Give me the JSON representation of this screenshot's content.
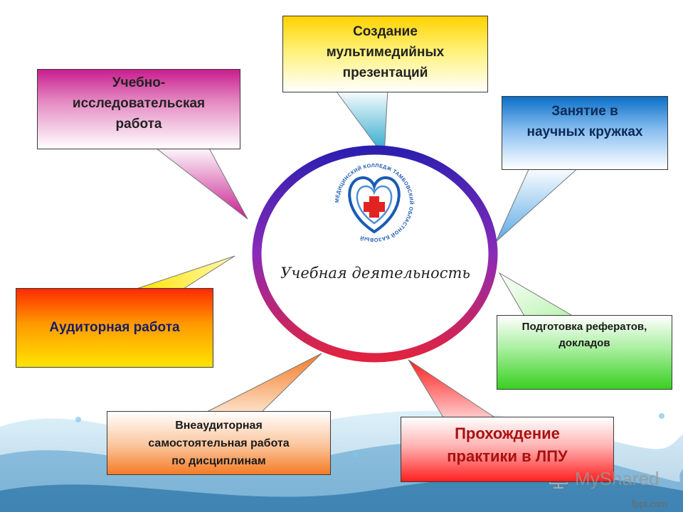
{
  "center": {
    "title": "Учебная деятельность"
  },
  "logo": {
    "ring_text": "МЕДИЦИНСКИЙ КОЛЛЕДЖ ТАМБОВСКИЙ ОБЛАСТНОЙ БАЗОВЫЙ"
  },
  "nodes": {
    "research": "Учебно-\nисследовательская\nработа",
    "multimedia": "Создание\nмультимедийных\nпрезентаций",
    "circles": "Занятие в\nнаучных кружках",
    "auditorium": "Аудиторная работа",
    "reports": "Подготовка рефератов,\nдокладов",
    "extracurricular": "Внеаудиторная\nсамостоятельная работа\nпо дисциплинам",
    "practice": "Прохождение\nпрактики в ЛПУ"
  },
  "watermark": {
    "brand": "MyShared",
    "icon": "presentation-icon"
  },
  "footer": {
    "site": "fppt.com"
  },
  "colors": {
    "research": "#c81e8e",
    "multimedia": "#ffd200",
    "circles": "#0b6fc7",
    "auditorium": "#ff7a00",
    "reports": "#38d020",
    "extracurricular": "#f57b25",
    "practice": "#ff1f1f",
    "logo_blue": "#1a5bb5",
    "logo_red": "#e32222"
  }
}
